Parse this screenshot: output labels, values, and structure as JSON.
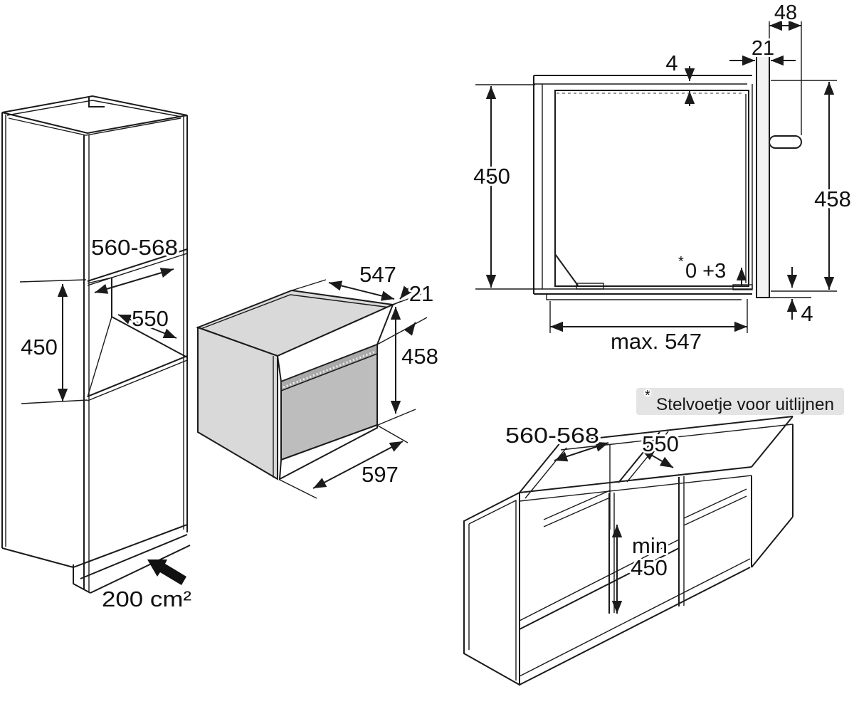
{
  "colors": {
    "line": "#1b1b1b",
    "face_light": "#d9d9d9",
    "door_gray": "#bdbdbd",
    "handle_gray": "#a9a9a9",
    "background": "#ffffff"
  },
  "tall_cabinet": {
    "width": "560-568",
    "depth": "550",
    "height": "450",
    "vent_area": "200 cm²"
  },
  "oven": {
    "depth": "547",
    "frame_offset": "21",
    "height": "458",
    "width": "597"
  },
  "niche_section": {
    "top_gap": "4",
    "front_protrusion": "48",
    "door_thickness": "21",
    "niche_height": "450",
    "appliance_height": "458",
    "foot_marker": "*",
    "foot_adjust": "0 +3",
    "bottom_gap": "4",
    "max_depth": "max. 547"
  },
  "footnote": {
    "marker": "*",
    "text": "Stelvoetje voor uitlijnen"
  },
  "base_cabinet": {
    "width": "560-568",
    "depth": "550",
    "min_label": "min",
    "min_height": "450"
  }
}
